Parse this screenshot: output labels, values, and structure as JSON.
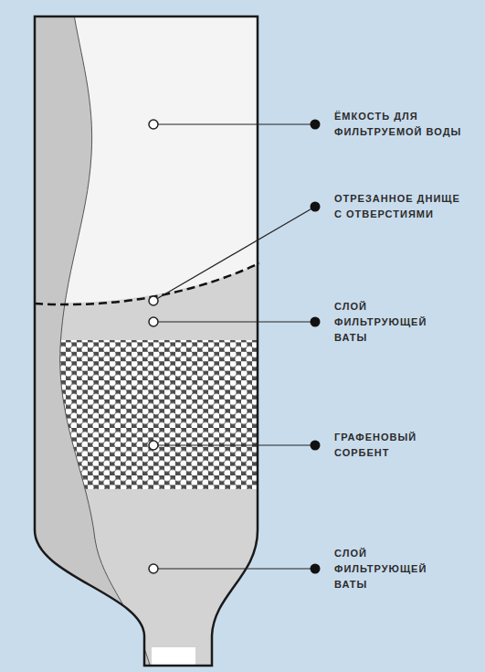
{
  "diagram": {
    "labels": [
      "ЁМКОСТЬ ДЛЯ ФИЛЬТРУЕМОЙ ВОДЫ",
      "ОТРЕЗАННОЕ ДНИЩЕ С ОТВЕРСТИЯМИ",
      "СЛОЙ ФИЛЬТРУЮЩЕЙ ВАТЫ",
      "ГРАФЕНОВЫЙ СОРБЕНТ",
      "СЛОЙ ФИЛЬТРУЮЩЕЙ ВАТЫ"
    ]
  }
}
